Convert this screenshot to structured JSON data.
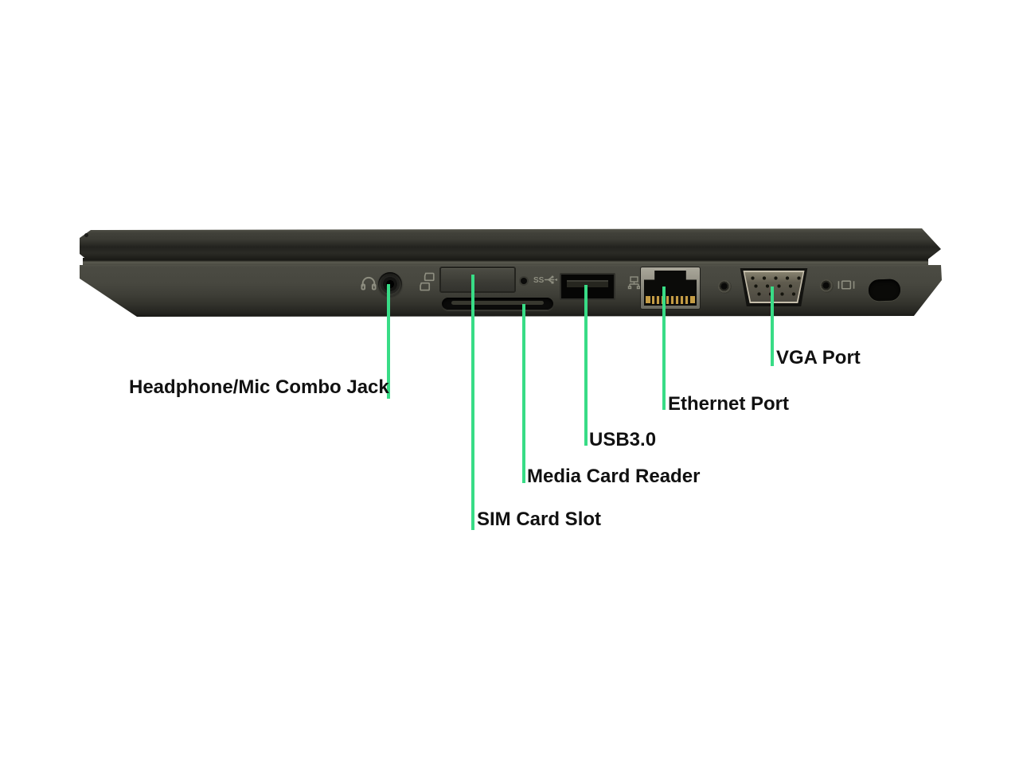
{
  "callouts": [
    {
      "id": "headphone",
      "label": "Headphone/Mic Combo Jack"
    },
    {
      "id": "sim",
      "label": "SIM Card Slot"
    },
    {
      "id": "media",
      "label": "Media Card Reader"
    },
    {
      "id": "usb",
      "label": "USB3.0"
    },
    {
      "id": "ethernet",
      "label": "Ethernet Port"
    },
    {
      "id": "vga",
      "label": "VGA Port"
    }
  ],
  "icons": {
    "headset": "headset-icon",
    "sim": "sim-card-icon",
    "usb": "usb3-ss-icon",
    "ethernet": "ethernet-lan-icon",
    "display": "external-display-icon"
  },
  "colors": {
    "background": "#ffffff",
    "callout_line": "#38dc86",
    "label_text": "#111111",
    "laptop_body": "#45453f",
    "laptop_lid": "#3b3b34"
  }
}
